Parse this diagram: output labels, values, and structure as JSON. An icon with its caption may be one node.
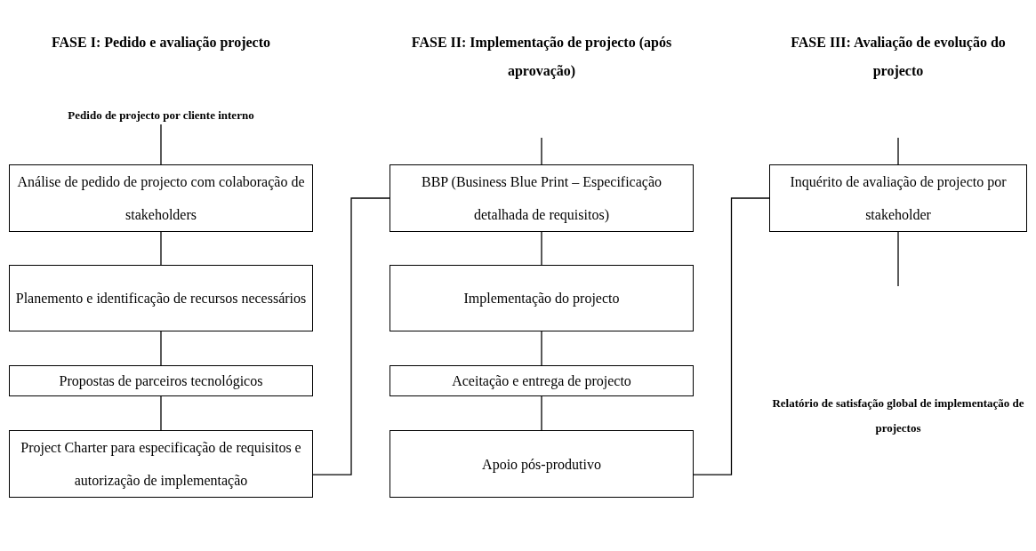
{
  "diagram": {
    "nodes": [
      {
        "text": [
          "Pedido de projecto por cliente interno"
        ]
      },
      {
        "text": [
          "Análise de pedido de projecto com colaboração de stakeholders"
        ]
      },
      {
        "text": [
          "Planemento e identificação de recursos necessários"
        ]
      },
      {
        "text": [
          "Propostas de parceiros tecnológicos"
        ]
      },
      {
        "text": [
          "Project Charter para especificação de requisitos e autorização de implementação"
        ]
      },
      {
        "text": [
          "BBP (Business Blue Print – Especificação detalhada de requisitos)"
        ]
      },
      {
        "text": [
          "Implementação do projecto"
        ]
      },
      {
        "text": [
          "Aceitação e entrega de projecto"
        ]
      },
      {
        "text": [
          "Apoio pós-produtivo"
        ]
      },
      {
        "text": [
          "Inquérito de avaliação de projecto por stakeholder"
        ]
      }
    ],
    "edges": [
      {
        "from": 0,
        "to": 1,
        "arrow": "none"
      },
      {
        "from": 1,
        "to": 2,
        "arrow": "none"
      },
      {
        "from": 2,
        "to": 3,
        "arrow": "none"
      },
      {
        "from": 3,
        "to": 4,
        "arrow": "none"
      },
      {
        "from": 4,
        "to": 5,
        "arrow": "none"
      },
      {
        "from": null,
        "to": 5,
        "arrow": "none"
      },
      {
        "from": 5,
        "to": 6,
        "arrow": "none"
      },
      {
        "from": 6,
        "to": 7,
        "arrow": "none"
      },
      {
        "from": 7,
        "to": 8,
        "arrow": "none"
      },
      {
        "from": 8,
        "to": 9,
        "arrow": "none"
      },
      {
        "from": null,
        "to": 9,
        "arrow": "none"
      },
      {
        "from": 9,
        "to": null,
        "arrow": "none"
      }
    ],
    "labels": [
      "FASE I: Pedido e avaliação projecto",
      "FASE II: Implementação de projecto (após aprovação)",
      "FASE III: Avaliação de evolução do projecto",
      "Relatório de satisfação global de implementação de projectos"
    ]
  }
}
